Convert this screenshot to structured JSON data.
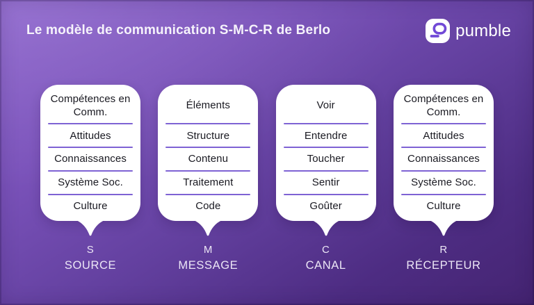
{
  "header": {
    "title": "Le modèle de communication S-M-C-R de Berlo",
    "brand": {
      "name": "pumble",
      "icon": "pumble-speech-bubble-icon"
    }
  },
  "columns": [
    {
      "id": "source",
      "letter": "S",
      "label": "SOURCE",
      "items": [
        "Compétences en Comm.",
        "Attitudes",
        "Connaissances",
        "Système Soc.",
        "Culture"
      ]
    },
    {
      "id": "message",
      "letter": "M",
      "label": "MESSAGE",
      "items": [
        "Éléments",
        "Structure",
        "Contenu",
        "Traitement",
        "Code"
      ]
    },
    {
      "id": "canal",
      "letter": "C",
      "label": "CANAL",
      "items": [
        "Voir",
        "Entendre",
        "Toucher",
        "Sentir",
        "Goûter"
      ]
    },
    {
      "id": "recepteur",
      "letter": "R",
      "label": "RÉCEPTEUR",
      "items": [
        "Compétences en Comm.",
        "Attitudes",
        "Connaissances",
        "Système Soc.",
        "Culture"
      ]
    }
  ],
  "colors": {
    "bg-top": "#8c63cd",
    "bg-mid": "#63409f",
    "bg-bottom": "#452472",
    "card-bg": "#ffffff",
    "card-text": "#191921",
    "divider": "#7e62d4",
    "brand-purple": "#7149d6",
    "title-text": "#f6f3fb",
    "label-text": "#ece6f6"
  }
}
